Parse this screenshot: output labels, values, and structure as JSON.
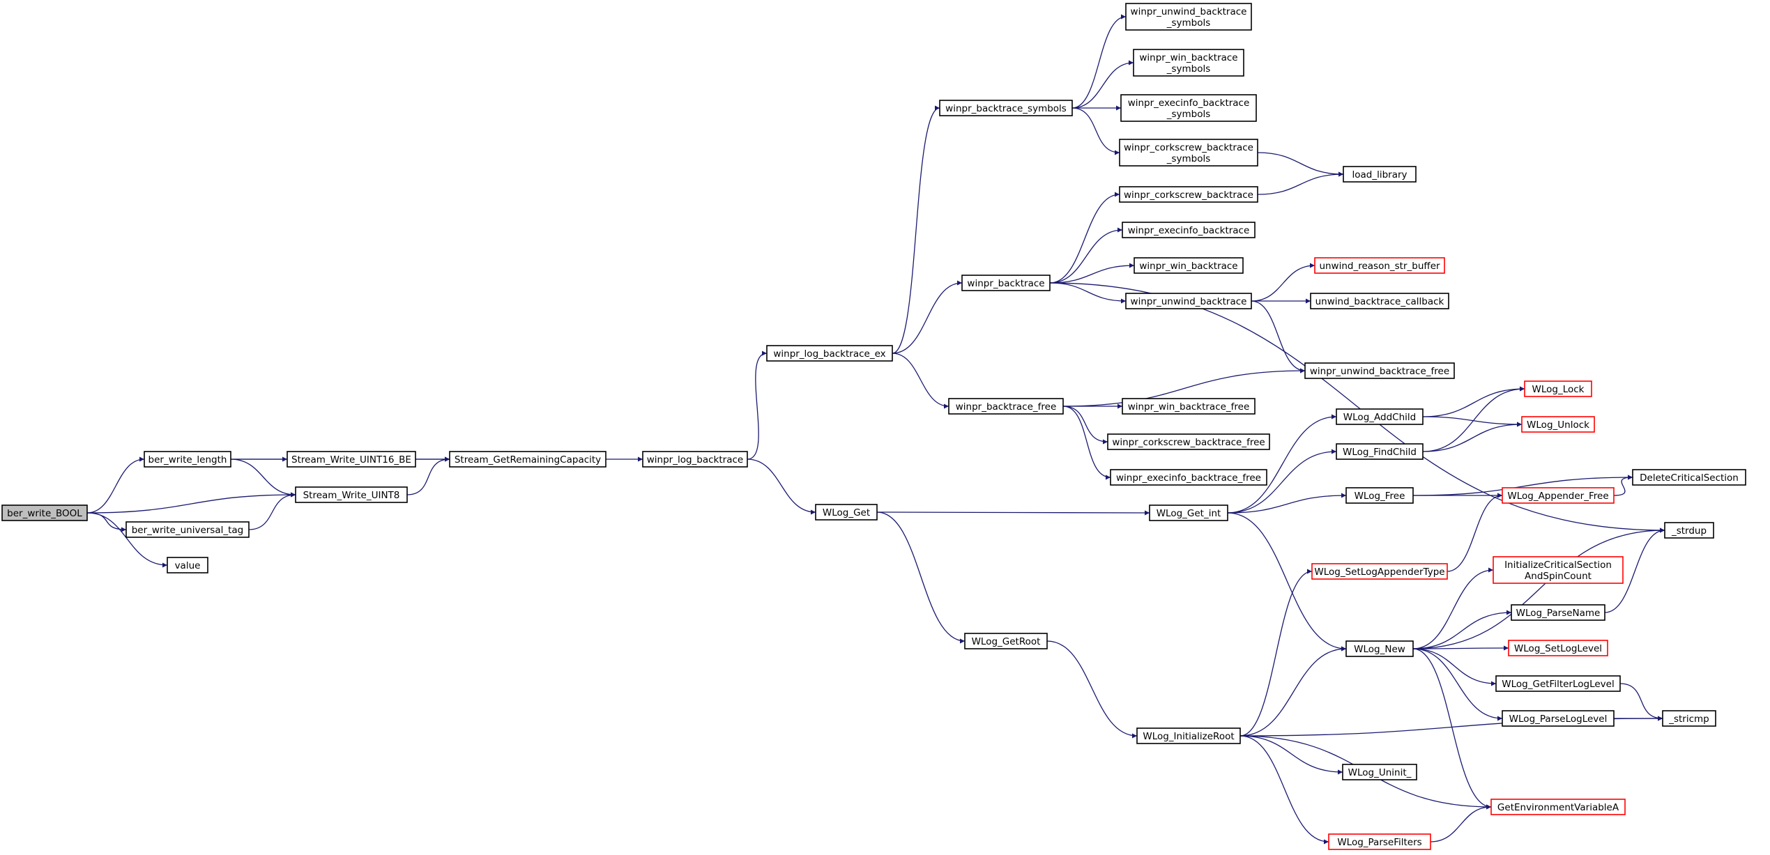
{
  "nodes": [
    {
      "id": "ber_write_BOOL",
      "label": [
        "ber_write_BOOL"
      ],
      "root": true
    },
    {
      "id": "ber_write_length",
      "label": [
        "ber_write_length"
      ]
    },
    {
      "id": "ber_write_universal_tag",
      "label": [
        "ber_write_universal_tag"
      ]
    },
    {
      "id": "value",
      "label": [
        "value"
      ]
    },
    {
      "id": "Stream_Write_UINT16_BE",
      "label": [
        "Stream_Write_UINT16_BE"
      ]
    },
    {
      "id": "Stream_Write_UINT8",
      "label": [
        "Stream_Write_UINT8"
      ]
    },
    {
      "id": "Stream_GetRemainingCapacity",
      "label": [
        "Stream_GetRemainingCapacity"
      ]
    },
    {
      "id": "winpr_log_backtrace",
      "label": [
        "winpr_log_backtrace"
      ]
    },
    {
      "id": "winpr_log_backtrace_ex",
      "label": [
        "winpr_log_backtrace_ex"
      ]
    },
    {
      "id": "WLog_Get",
      "label": [
        "WLog_Get"
      ]
    },
    {
      "id": "winpr_backtrace_symbols",
      "label": [
        "winpr_backtrace_symbols"
      ]
    },
    {
      "id": "winpr_backtrace",
      "label": [
        "winpr_backtrace"
      ]
    },
    {
      "id": "winpr_backtrace_free",
      "label": [
        "winpr_backtrace_free"
      ]
    },
    {
      "id": "WLog_GetRoot",
      "label": [
        "WLog_GetRoot"
      ]
    },
    {
      "id": "winpr_unwind_backtrace_symbols",
      "label": [
        "winpr_unwind_backtrace",
        "_symbols"
      ]
    },
    {
      "id": "winpr_win_backtrace_symbols",
      "label": [
        "winpr_win_backtrace",
        "_symbols"
      ]
    },
    {
      "id": "winpr_execinfo_backtrace_symbols",
      "label": [
        "winpr_execinfo_backtrace",
        "_symbols"
      ]
    },
    {
      "id": "winpr_corkscrew_backtrace_symbols",
      "label": [
        "winpr_corkscrew_backtrace",
        "_symbols"
      ]
    },
    {
      "id": "winpr_corkscrew_backtrace",
      "label": [
        "winpr_corkscrew_backtrace"
      ]
    },
    {
      "id": "winpr_execinfo_backtrace",
      "label": [
        "winpr_execinfo_backtrace"
      ]
    },
    {
      "id": "winpr_win_backtrace",
      "label": [
        "winpr_win_backtrace"
      ]
    },
    {
      "id": "winpr_unwind_backtrace",
      "label": [
        "winpr_unwind_backtrace"
      ]
    },
    {
      "id": "winpr_win_backtrace_free",
      "label": [
        "winpr_win_backtrace_free"
      ]
    },
    {
      "id": "winpr_corkscrew_backtrace_free",
      "label": [
        "winpr_corkscrew_backtrace_free"
      ]
    },
    {
      "id": "winpr_execinfo_backtrace_free",
      "label": [
        "winpr_execinfo_backtrace_free"
      ]
    },
    {
      "id": "WLog_Get_int",
      "label": [
        "WLog_Get_int"
      ]
    },
    {
      "id": "WLog_InitializeRoot",
      "label": [
        "WLog_InitializeRoot"
      ]
    },
    {
      "id": "load_library",
      "label": [
        "load_library"
      ]
    },
    {
      "id": "unwind_reason_str_buffer",
      "label": [
        "unwind_reason_str_buffer"
      ],
      "red": true
    },
    {
      "id": "unwind_backtrace_callback",
      "label": [
        "unwind_backtrace_callback"
      ]
    },
    {
      "id": "winpr_unwind_backtrace_free",
      "label": [
        "winpr_unwind_backtrace_free"
      ]
    },
    {
      "id": "WLog_AddChild",
      "label": [
        "WLog_AddChild"
      ]
    },
    {
      "id": "WLog_FindChild",
      "label": [
        "WLog_FindChild"
      ]
    },
    {
      "id": "WLog_Free",
      "label": [
        "WLog_Free"
      ]
    },
    {
      "id": "WLog_SetLogAppenderType",
      "label": [
        "WLog_SetLogAppenderType"
      ],
      "red": true
    },
    {
      "id": "WLog_New",
      "label": [
        "WLog_New"
      ]
    },
    {
      "id": "WLog_Uninit_",
      "label": [
        "WLog_Uninit_"
      ]
    },
    {
      "id": "WLog_ParseFilters",
      "label": [
        "WLog_ParseFilters"
      ],
      "red": true
    },
    {
      "id": "WLog_Lock",
      "label": [
        "WLog_Lock"
      ],
      "red": true
    },
    {
      "id": "WLog_Unlock",
      "label": [
        "WLog_Unlock"
      ],
      "red": true
    },
    {
      "id": "WLog_Appender_Free",
      "label": [
        "WLog_Appender_Free"
      ],
      "red": true
    },
    {
      "id": "InitializeCriticalSectionAndSpinCount",
      "label": [
        "InitializeCriticalSection",
        "AndSpinCount"
      ],
      "red": true
    },
    {
      "id": "WLog_ParseName",
      "label": [
        "WLog_ParseName"
      ]
    },
    {
      "id": "WLog_SetLogLevel",
      "label": [
        "WLog_SetLogLevel"
      ],
      "red": true
    },
    {
      "id": "WLog_GetFilterLogLevel",
      "label": [
        "WLog_GetFilterLogLevel"
      ]
    },
    {
      "id": "WLog_ParseLogLevel",
      "label": [
        "WLog_ParseLogLevel"
      ]
    },
    {
      "id": "GetEnvironmentVariableA",
      "label": [
        "GetEnvironmentVariableA"
      ],
      "red": true
    },
    {
      "id": "DeleteCriticalSection",
      "label": [
        "DeleteCriticalSection"
      ]
    },
    {
      "id": "_strdup",
      "label": [
        "_strdup"
      ]
    },
    {
      "id": "_stricmp",
      "label": [
        "_stricmp"
      ]
    }
  ],
  "edges": [
    [
      "ber_write_BOOL",
      "ber_write_length"
    ],
    [
      "ber_write_BOOL",
      "Stream_Write_UINT8"
    ],
    [
      "ber_write_BOOL",
      "ber_write_universal_tag"
    ],
    [
      "ber_write_BOOL",
      "value"
    ],
    [
      "ber_write_length",
      "Stream_GetRemainingCapacity"
    ],
    [
      "ber_write_length",
      "Stream_Write_UINT16_BE"
    ],
    [
      "ber_write_length",
      "Stream_Write_UINT8"
    ],
    [
      "ber_write_universal_tag",
      "Stream_Write_UINT8"
    ],
    [
      "Stream_Write_UINT16_BE",
      "Stream_GetRemainingCapacity"
    ],
    [
      "Stream_Write_UINT8",
      "Stream_GetRemainingCapacity"
    ],
    [
      "Stream_GetRemainingCapacity",
      "winpr_log_backtrace"
    ],
    [
      "winpr_log_backtrace",
      "winpr_log_backtrace_ex"
    ],
    [
      "winpr_log_backtrace",
      "WLog_Get"
    ],
    [
      "winpr_log_backtrace_ex",
      "winpr_backtrace_symbols"
    ],
    [
      "winpr_log_backtrace_ex",
      "winpr_backtrace"
    ],
    [
      "winpr_log_backtrace_ex",
      "winpr_backtrace_free"
    ],
    [
      "winpr_backtrace_symbols",
      "winpr_unwind_backtrace_symbols"
    ],
    [
      "winpr_backtrace_symbols",
      "winpr_win_backtrace_symbols"
    ],
    [
      "winpr_backtrace_symbols",
      "winpr_execinfo_backtrace_symbols"
    ],
    [
      "winpr_backtrace_symbols",
      "winpr_corkscrew_backtrace_symbols"
    ],
    [
      "winpr_corkscrew_backtrace_symbols",
      "load_library"
    ],
    [
      "winpr_backtrace",
      "winpr_corkscrew_backtrace"
    ],
    [
      "winpr_backtrace",
      "winpr_execinfo_backtrace"
    ],
    [
      "winpr_backtrace",
      "winpr_win_backtrace"
    ],
    [
      "winpr_backtrace",
      "winpr_unwind_backtrace"
    ],
    [
      "winpr_backtrace",
      "_strdup"
    ],
    [
      "winpr_corkscrew_backtrace",
      "load_library"
    ],
    [
      "winpr_unwind_backtrace",
      "unwind_reason_str_buffer"
    ],
    [
      "winpr_unwind_backtrace",
      "unwind_backtrace_callback"
    ],
    [
      "winpr_unwind_backtrace",
      "winpr_unwind_backtrace_free"
    ],
    [
      "winpr_backtrace_free",
      "winpr_unwind_backtrace_free"
    ],
    [
      "winpr_backtrace_free",
      "winpr_win_backtrace_free"
    ],
    [
      "winpr_backtrace_free",
      "winpr_corkscrew_backtrace_free"
    ],
    [
      "winpr_backtrace_free",
      "winpr_execinfo_backtrace_free"
    ],
    [
      "WLog_Get",
      "WLog_Get_int"
    ],
    [
      "WLog_Get",
      "WLog_GetRoot"
    ],
    [
      "WLog_GetRoot",
      "WLog_InitializeRoot"
    ],
    [
      "WLog_Get_int",
      "WLog_AddChild"
    ],
    [
      "WLog_Get_int",
      "WLog_FindChild"
    ],
    [
      "WLog_Get_int",
      "WLog_Free"
    ],
    [
      "WLog_Get_int",
      "WLog_New"
    ],
    [
      "WLog_AddChild",
      "WLog_Lock"
    ],
    [
      "WLog_AddChild",
      "WLog_Unlock"
    ],
    [
      "WLog_FindChild",
      "WLog_Lock"
    ],
    [
      "WLog_FindChild",
      "WLog_Unlock"
    ],
    [
      "WLog_Free",
      "DeleteCriticalSection"
    ],
    [
      "WLog_Free",
      "WLog_Appender_Free"
    ],
    [
      "WLog_Appender_Free",
      "DeleteCriticalSection"
    ],
    [
      "WLog_SetLogAppenderType",
      "WLog_Appender_Free"
    ],
    [
      "WLog_InitializeRoot",
      "WLog_SetLogAppenderType"
    ],
    [
      "WLog_InitializeRoot",
      "WLog_New"
    ],
    [
      "WLog_InitializeRoot",
      "_stricmp"
    ],
    [
      "WLog_InitializeRoot",
      "WLog_Uninit_"
    ],
    [
      "WLog_InitializeRoot",
      "GetEnvironmentVariableA"
    ],
    [
      "WLog_InitializeRoot",
      "WLog_ParseFilters"
    ],
    [
      "WLog_New",
      "_strdup"
    ],
    [
      "WLog_New",
      "InitializeCriticalSectionAndSpinCount"
    ],
    [
      "WLog_New",
      "WLog_ParseName"
    ],
    [
      "WLog_New",
      "WLog_SetLogLevel"
    ],
    [
      "WLog_New",
      "WLog_GetFilterLogLevel"
    ],
    [
      "WLog_New",
      "WLog_ParseLogLevel"
    ],
    [
      "WLog_New",
      "GetEnvironmentVariableA"
    ],
    [
      "WLog_ParseName",
      "_strdup"
    ],
    [
      "WLog_GetFilterLogLevel",
      "_stricmp"
    ],
    [
      "WLog_ParseLogLevel",
      "_stricmp"
    ],
    [
      "WLog_ParseFilters",
      "GetEnvironmentVariableA"
    ]
  ]
}
